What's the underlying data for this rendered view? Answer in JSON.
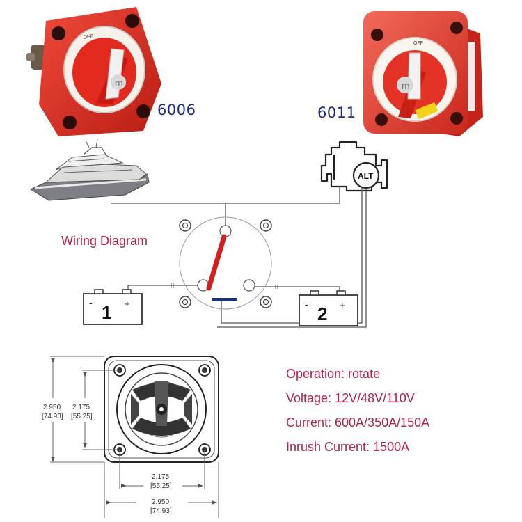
{
  "products": [
    {
      "model": "6006",
      "color": "#d8261c",
      "knob_logo": "m",
      "dial_text": "OFF"
    },
    {
      "model": "6011",
      "color": "#e0362c",
      "knob_logo": "m",
      "dial_text": "OFF"
    }
  ],
  "wiring": {
    "title": "Wiring Diagram",
    "alternator_label": "ALT",
    "battery_1": {
      "number": "1",
      "neg": "-",
      "pos": "+"
    },
    "battery_2": {
      "number": "2",
      "neg": "-",
      "pos": "+"
    },
    "switch_lever_color": "#d21f1f"
  },
  "dimensions": {
    "outer_height": "2.950",
    "outer_height_mm": "[74.93]",
    "inner_height": "2.175",
    "inner_height_mm": "[55.25]",
    "inner_width": "2.175",
    "inner_width_mm": "[55.25]",
    "outer_width": "2.950",
    "outer_width_mm": "[74.93]"
  },
  "specs": [
    {
      "label": "Operation: rotate"
    },
    {
      "label": "Voltage: 12V/48V/110V"
    },
    {
      "label": "Current: 600A/350A/150A"
    },
    {
      "label": "Inrush Current: 1500A"
    }
  ],
  "colors": {
    "accent_text": "#b32246",
    "model_text": "#1a2a8a",
    "line": "#555555"
  }
}
